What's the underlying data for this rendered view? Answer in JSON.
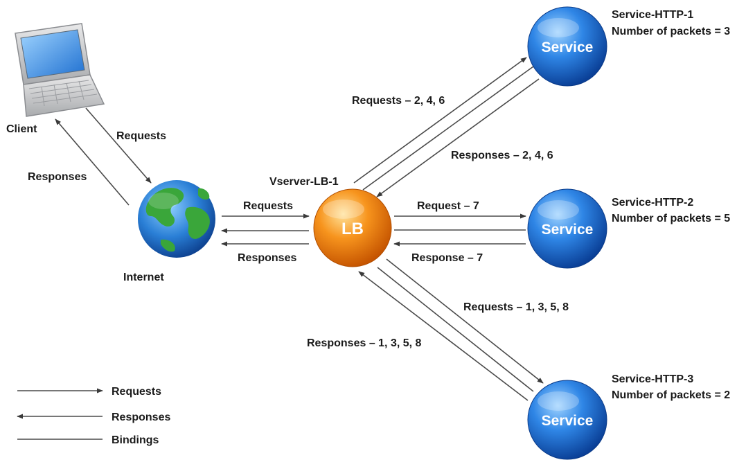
{
  "nodes": {
    "client": {
      "label": "Client"
    },
    "internet": {
      "label": "Internet"
    },
    "lb": {
      "name": "Vserver-LB-1",
      "inner": "LB",
      "color": "#f28a16"
    },
    "services": [
      {
        "inner": "Service",
        "name": "Service-HTTP-1",
        "packets": "Number of packets = 3"
      },
      {
        "inner": "Service",
        "name": "Service-HTTP-2",
        "packets": "Number of packets = 5"
      },
      {
        "inner": "Service",
        "name": "Service-HTTP-3",
        "packets": "Number of packets = 2"
      }
    ],
    "service_color": "#1a6fd1"
  },
  "edges": {
    "client_requests": "Requests",
    "client_responses": "Responses",
    "internet_requests": "Requests",
    "internet_responses": "Responses",
    "svc1_requests": "Requests – 2, 4, 6",
    "svc1_responses": "Responses – 2, 4, 6",
    "svc2_request": "Request – 7",
    "svc2_response": "Response – 7",
    "svc3_requests": "Requests – 1, 3, 5, 8",
    "svc3_responses": "Responses – 1, 3, 5, 8"
  },
  "legend": [
    {
      "type": "request-arrow",
      "label": "Requests"
    },
    {
      "type": "response-arrow",
      "label": "Responses"
    },
    {
      "type": "binding-line",
      "label": "Bindings"
    }
  ]
}
